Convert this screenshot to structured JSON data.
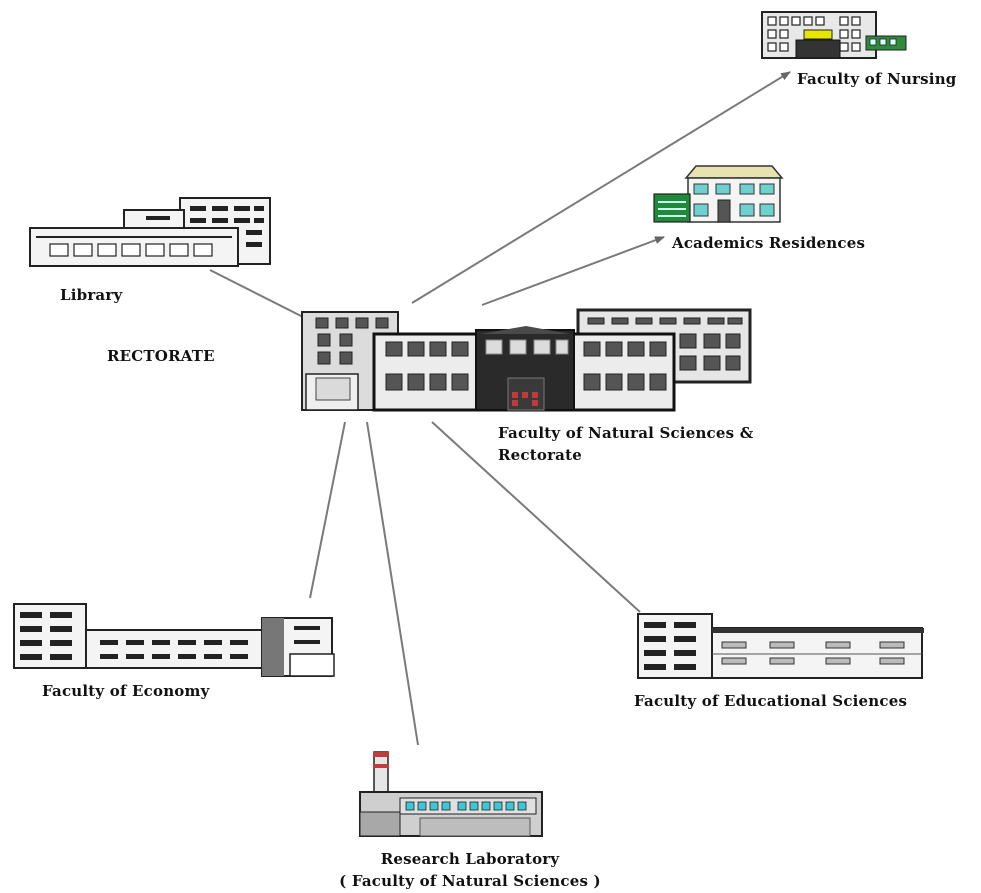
{
  "diagram": {
    "nodes": {
      "nursing": {
        "label": "Faculty of Nursing"
      },
      "residences": {
        "label": "Academics Residences"
      },
      "library": {
        "label": "Library"
      },
      "rectorate": {
        "label": "RECTORATE"
      },
      "natural_sciences": {
        "label_line1": "Faculty of Natural Sciences &",
        "label_line2": "Rectorate"
      },
      "economy": {
        "label": "Faculty of Economy"
      },
      "educational": {
        "label": "Faculty of Educational Sciences"
      },
      "research_lab": {
        "label_line1": "Research Laboratory",
        "label_line2": "( Faculty of Natural Sciences )"
      }
    },
    "edges": [
      {
        "from": "rectorate",
        "to": "nursing"
      },
      {
        "from": "rectorate",
        "to": "residences"
      },
      {
        "from": "rectorate",
        "to": "library"
      },
      {
        "from": "rectorate",
        "to": "economy"
      },
      {
        "from": "rectorate",
        "to": "research_lab"
      },
      {
        "from": "rectorate",
        "to": "educational"
      }
    ]
  }
}
